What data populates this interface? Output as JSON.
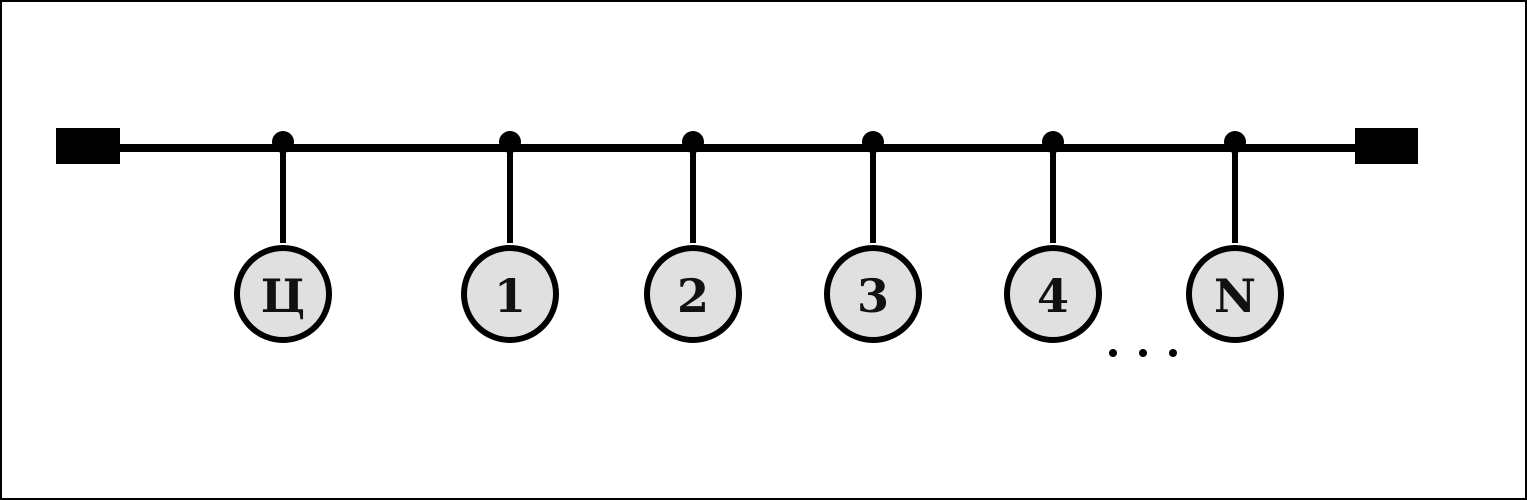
{
  "diagram": {
    "colors": {
      "background": "#ffffff",
      "line": "#000000",
      "node_fill": "#e0e0e0"
    },
    "terminators": [
      {
        "name": "left-terminator"
      },
      {
        "name": "right-terminator"
      }
    ],
    "nodes": [
      {
        "label": "Ц"
      },
      {
        "label": "1"
      },
      {
        "label": "2"
      },
      {
        "label": "3"
      },
      {
        "label": "4"
      },
      {
        "label": "N"
      }
    ],
    "ellipsis": {
      "dots": 3
    }
  }
}
